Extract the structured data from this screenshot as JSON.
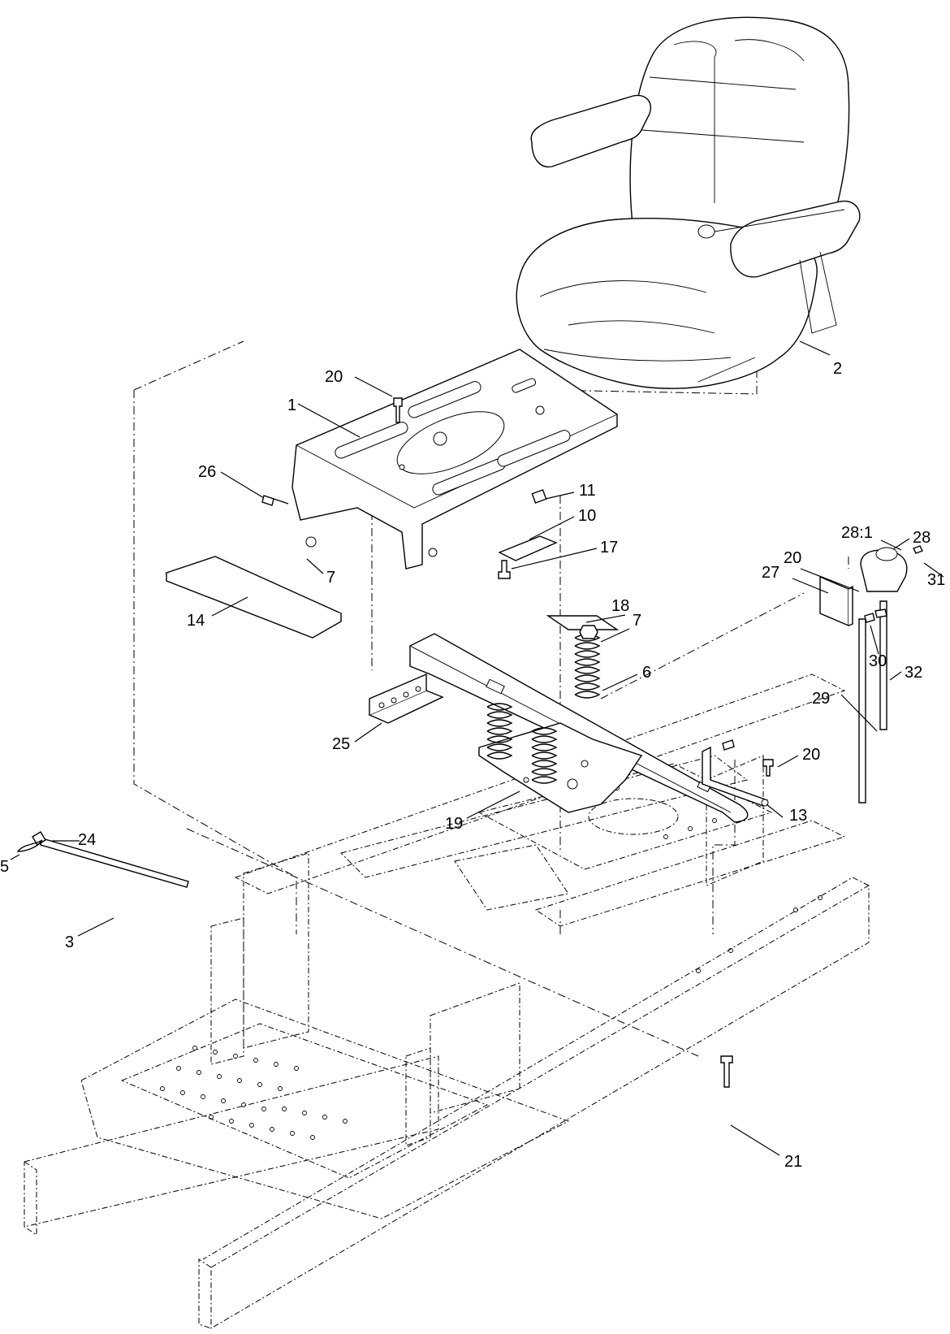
{
  "callouts": [
    {
      "id": "c-2",
      "label": "2"
    },
    {
      "id": "c-20a",
      "label": "20"
    },
    {
      "id": "c-1",
      "label": "1"
    },
    {
      "id": "c-26",
      "label": "26"
    },
    {
      "id": "c-11",
      "label": "11"
    },
    {
      "id": "c-10",
      "label": "10"
    },
    {
      "id": "c-17",
      "label": "17"
    },
    {
      "id": "c-7a",
      "label": "7"
    },
    {
      "id": "c-14",
      "label": "14"
    },
    {
      "id": "c-18",
      "label": "18"
    },
    {
      "id": "c-7b",
      "label": "7"
    },
    {
      "id": "c-6",
      "label": "6"
    },
    {
      "id": "c-28-1",
      "label": "28:1"
    },
    {
      "id": "c-28",
      "label": "28"
    },
    {
      "id": "c-20b",
      "label": "20"
    },
    {
      "id": "c-27",
      "label": "27"
    },
    {
      "id": "c-31",
      "label": "31"
    },
    {
      "id": "c-30",
      "label": "30"
    },
    {
      "id": "c-32",
      "label": "32"
    },
    {
      "id": "c-29",
      "label": "29"
    },
    {
      "id": "c-25",
      "label": "25"
    },
    {
      "id": "c-20c",
      "label": "20"
    },
    {
      "id": "c-13",
      "label": "13"
    },
    {
      "id": "c-19",
      "label": "19"
    },
    {
      "id": "c-24",
      "label": "24"
    },
    {
      "id": "c-5",
      "label": "5"
    },
    {
      "id": "c-3",
      "label": "3"
    },
    {
      "id": "c-21",
      "label": "21"
    }
  ]
}
